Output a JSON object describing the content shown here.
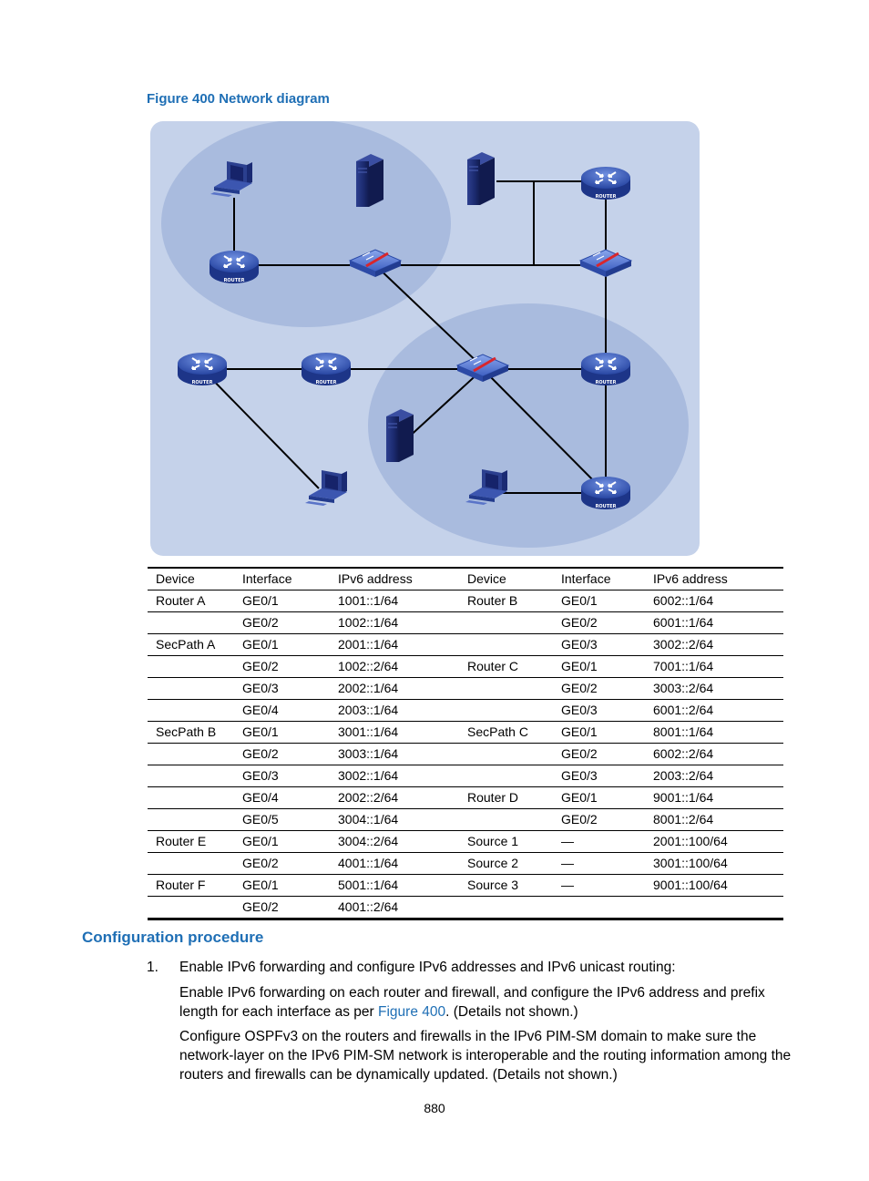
{
  "figure": {
    "caption": "Figure 400 Network diagram",
    "device_labels": {
      "router": "ROUTER"
    }
  },
  "table": {
    "headers": [
      "Device",
      "Interface",
      "IPv6 address",
      "Device",
      "Interface",
      "IPv6 address"
    ],
    "rows": [
      [
        "Router A",
        "GE0/1",
        "1001::1/64",
        "Router B",
        "GE0/1",
        "6002::1/64"
      ],
      [
        "",
        "GE0/2",
        "1002::1/64",
        "",
        "GE0/2",
        "6001::1/64"
      ],
      [
        "SecPath A",
        "GE0/1",
        "2001::1/64",
        "",
        "GE0/3",
        "3002::2/64"
      ],
      [
        "",
        "GE0/2",
        "1002::2/64",
        "Router C",
        "GE0/1",
        "7001::1/64"
      ],
      [
        "",
        "GE0/3",
        "2002::1/64",
        "",
        "GE0/2",
        "3003::2/64"
      ],
      [
        "",
        "GE0/4",
        "2003::1/64",
        "",
        "GE0/3",
        "6001::2/64"
      ],
      [
        "SecPath B",
        "GE0/1",
        "3001::1/64",
        "SecPath C",
        "GE0/1",
        "8001::1/64"
      ],
      [
        "",
        "GE0/2",
        "3003::1/64",
        "",
        "GE0/2",
        "6002::2/64"
      ],
      [
        "",
        "GE0/3",
        "3002::1/64",
        "",
        "GE0/3",
        "2003::2/64"
      ],
      [
        "",
        "GE0/4",
        "2002::2/64",
        "Router D",
        "GE0/1",
        "9001::1/64"
      ],
      [
        "",
        "GE0/5",
        "3004::1/64",
        "",
        "GE0/2",
        "8001::2/64"
      ],
      [
        "Router E",
        "GE0/1",
        "3004::2/64",
        "Source 1",
        "—",
        "2001::100/64"
      ],
      [
        "",
        "GE0/2",
        "4001::1/64",
        "Source 2",
        "—",
        "3001::100/64"
      ],
      [
        "Router F",
        "GE0/1",
        "5001::1/64",
        "Source 3",
        "—",
        "9001::100/64"
      ],
      [
        "",
        "GE0/2",
        "4001::2/64",
        "",
        "",
        ""
      ]
    ]
  },
  "section": {
    "title": "Configuration procedure"
  },
  "step1": {
    "number": "1.",
    "text": "Enable IPv6 forwarding and configure IPv6 addresses and IPv6 unicast routing:"
  },
  "para1": {
    "before": "Enable IPv6 forwarding on each router and firewall, and configure the IPv6 address and prefix length for each interface as per ",
    "link": "Figure 400",
    "after": ". (Details not shown.)"
  },
  "para2": {
    "text": "Configure OSPFv3 on the routers and firewalls in the IPv6 PIM-SM domain to make sure the network-layer on the IPv6 PIM-SM network is interoperable and the routing information among the routers and firewalls can be dynamically updated. (Details not shown.)"
  },
  "page_number": "880",
  "colors": {
    "accent": "#1f6fb5",
    "diagram_bg": "#c5d2ea",
    "domain_ellipse": "#a9bbde",
    "device_blue": "#2a4aa8",
    "firewall_red": "#d9262c"
  }
}
